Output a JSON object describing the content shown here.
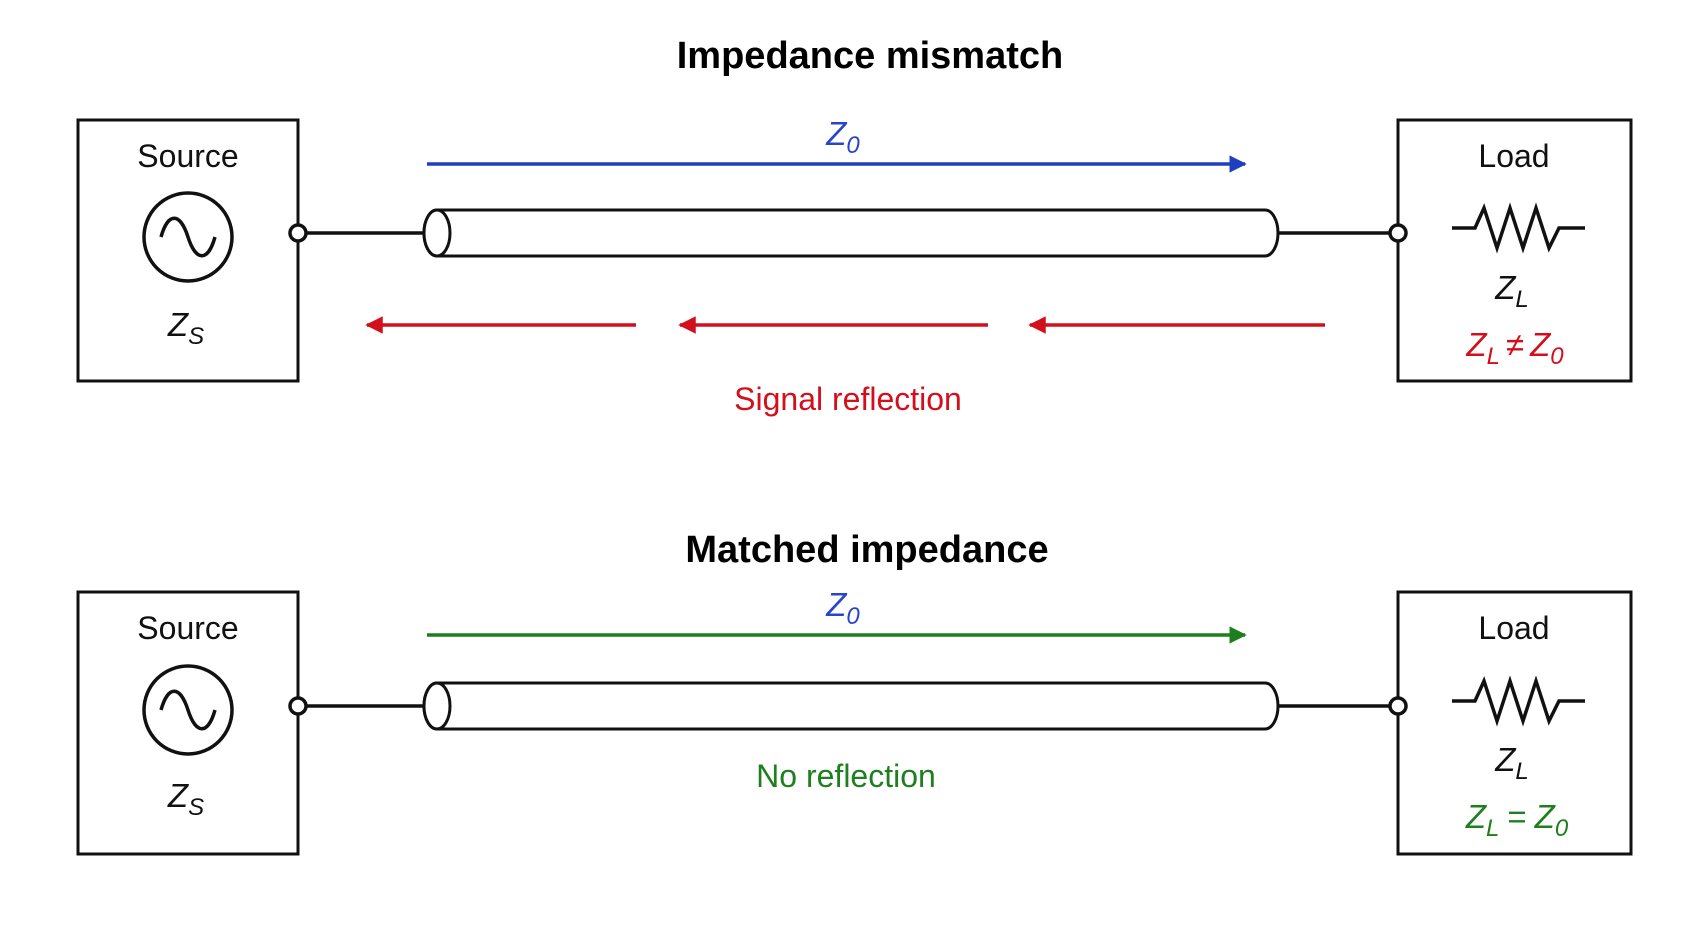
{
  "colors": {
    "forward_mismatch": "#1f3fbf",
    "reflection": "#d40f1c",
    "forward_matched": "#1e7f1e",
    "impedance_label": "#2a45cc",
    "line": "#111111"
  },
  "panels": [
    {
      "title": "Impedance mismatch",
      "source": {
        "label": "Source",
        "icon": "ac-source-icon",
        "impedance_symbol": "Z",
        "impedance_sub": "S"
      },
      "load": {
        "label": "Load",
        "icon": "resistor-icon",
        "impedance_symbol": "Z",
        "impedance_sub": "L",
        "condition": {
          "left_symbol": "Z",
          "left_sub": "L",
          "operator": "≠",
          "right_symbol": "Z",
          "right_sub": "0"
        }
      },
      "line": {
        "impedance_symbol": "Z",
        "impedance_sub": "0"
      },
      "note": "Signal reflection"
    },
    {
      "title": "Matched impedance",
      "source": {
        "label": "Source",
        "icon": "ac-source-icon",
        "impedance_symbol": "Z",
        "impedance_sub": "S"
      },
      "load": {
        "label": "Load",
        "icon": "resistor-icon",
        "impedance_symbol": "Z",
        "impedance_sub": "L",
        "condition": {
          "left_symbol": "Z",
          "left_sub": "L",
          "operator": "=",
          "right_symbol": "Z",
          "right_sub": "0"
        }
      },
      "line": {
        "impedance_symbol": "Z",
        "impedance_sub": "0"
      },
      "note": "No reflection"
    }
  ]
}
